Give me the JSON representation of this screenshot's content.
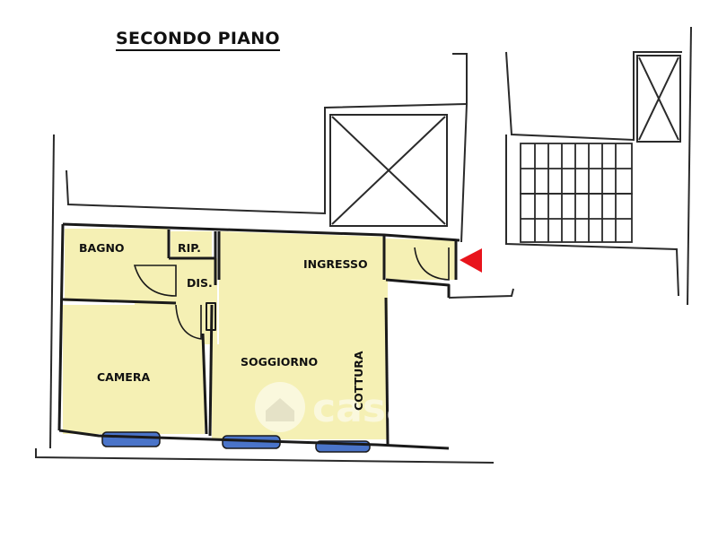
{
  "plan": {
    "title": "SECONDO PIANO",
    "rooms": {
      "bagno": "BAGNO",
      "rip": "RIP.",
      "dis": "DIS.",
      "ingresso": "INGRESSO",
      "camera": "CAMERA",
      "soggiorno": "SOGGIORNO",
      "cottura": "COTTURA"
    },
    "colors": {
      "room_fill": "#f5f0b4",
      "window_fill": "#4a74c9",
      "entrance_marker": "#e8141c",
      "wall": "#1a1a1a"
    }
  },
  "watermark": {
    "text": "casa.it",
    "icon": "house-icon"
  }
}
